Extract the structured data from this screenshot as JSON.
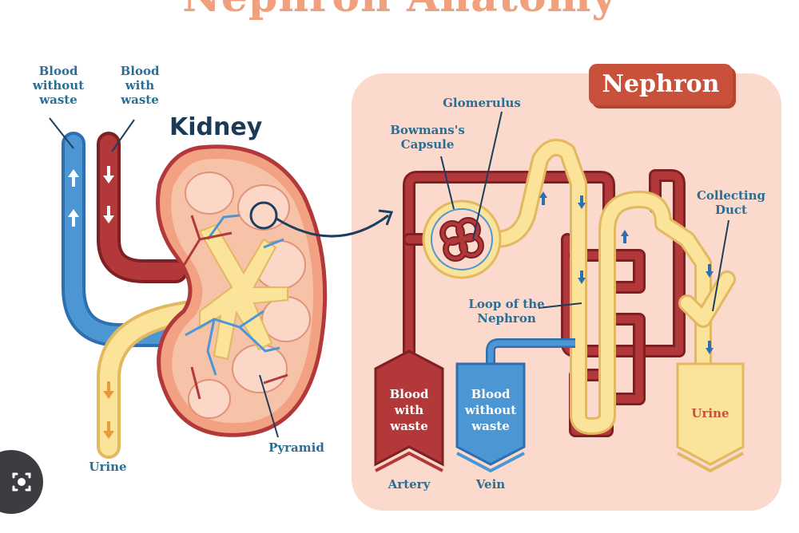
{
  "header": {
    "title": "Nephron Anatomy"
  },
  "kidney": {
    "title": "Kidney",
    "labels": {
      "blood_without_waste": "Blood\nwithout\nwaste",
      "blood_with_waste": "Blood\nwith\nwaste",
      "urine": "Urine",
      "pyramid": "Pyramid"
    }
  },
  "nephron": {
    "title": "Nephron",
    "labels": {
      "glomerulus": "Glomerulus",
      "bowmans_capsule": "Bowmans's\nCapsule",
      "collecting_duct": "Collecting\nDuct",
      "loop": "Loop of the\nNephron"
    },
    "boxes": {
      "artery_text": "Blood\nwith\nwaste",
      "artery_label": "Artery",
      "vein_text": "Blood\nwithout\nwaste",
      "vein_label": "Vein",
      "urine_text": "Urine"
    }
  },
  "colors": {
    "artery": "#b3383a",
    "vein": "#4c97d3",
    "urine": "#fbe39a",
    "panel": "#fbd9cc",
    "badge": "#c9503a"
  },
  "overlay": {
    "icon": "lens-search-icon"
  }
}
